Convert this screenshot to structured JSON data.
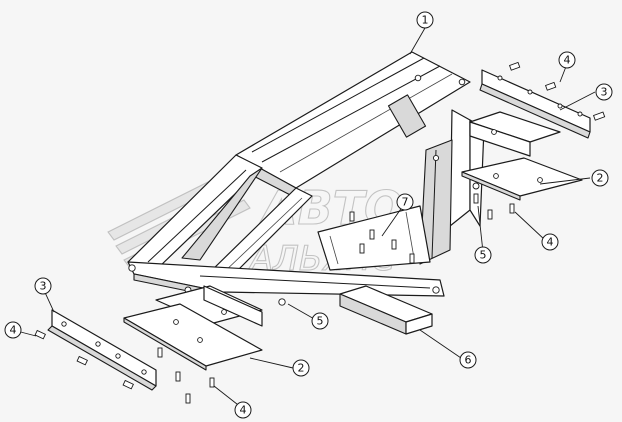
{
  "watermark": {
    "line1": "АВТО",
    "line2": "АЛЬЯНС"
  },
  "callouts": {
    "c1": "1",
    "c2_upper": "2",
    "c2_lower": "2",
    "c3_upper": "3",
    "c3_lower": "3",
    "c4_top": "4",
    "c4_right": "4",
    "c4_left": "4",
    "c4_bottom": "4",
    "c5_mid": "5",
    "c5_lower": "5",
    "c6": "6",
    "c7": "7"
  }
}
